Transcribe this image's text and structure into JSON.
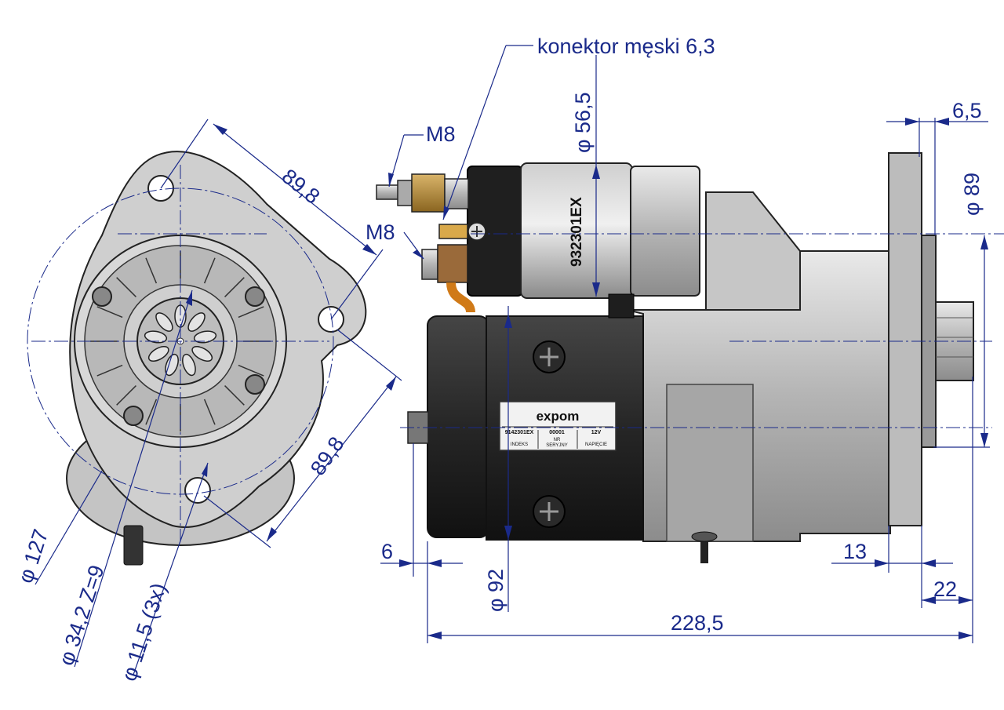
{
  "dimensions": {
    "connector_label": "konektor męski 6,3",
    "m8_top": "M8",
    "m8_bottom": "M8",
    "solenoid_diameter": "φ 56,5",
    "flange_thickness": "6,5",
    "pinion_diameter": "φ 89",
    "bolt_spacing_top": "89,8",
    "bolt_spacing_right": "89,8",
    "bolt_circle": "φ 127",
    "pinion": "φ 34,2  Z=9",
    "hole": "φ 11,5  (3x)",
    "motor_diameter": "φ 92",
    "rear_offset": "6",
    "flange_to_pinion": "13",
    "pinion_length": "22",
    "overall_length": "228,5"
  },
  "part": {
    "solenoid_marking": "932301EX",
    "brand": "expom",
    "index_value": "9142301EX",
    "index_label": "INDEKS",
    "serial_value": "00001",
    "serial_label_top": "NR",
    "serial_label_bottom": "SERYJNY",
    "voltage_value": "12V",
    "voltage_label": "NAPIĘCIE"
  },
  "colors": {
    "dimension": "#1a2a8a",
    "housing": "#b8b8b8",
    "motor": "#2b2b2b",
    "copper": "#d07a18"
  }
}
